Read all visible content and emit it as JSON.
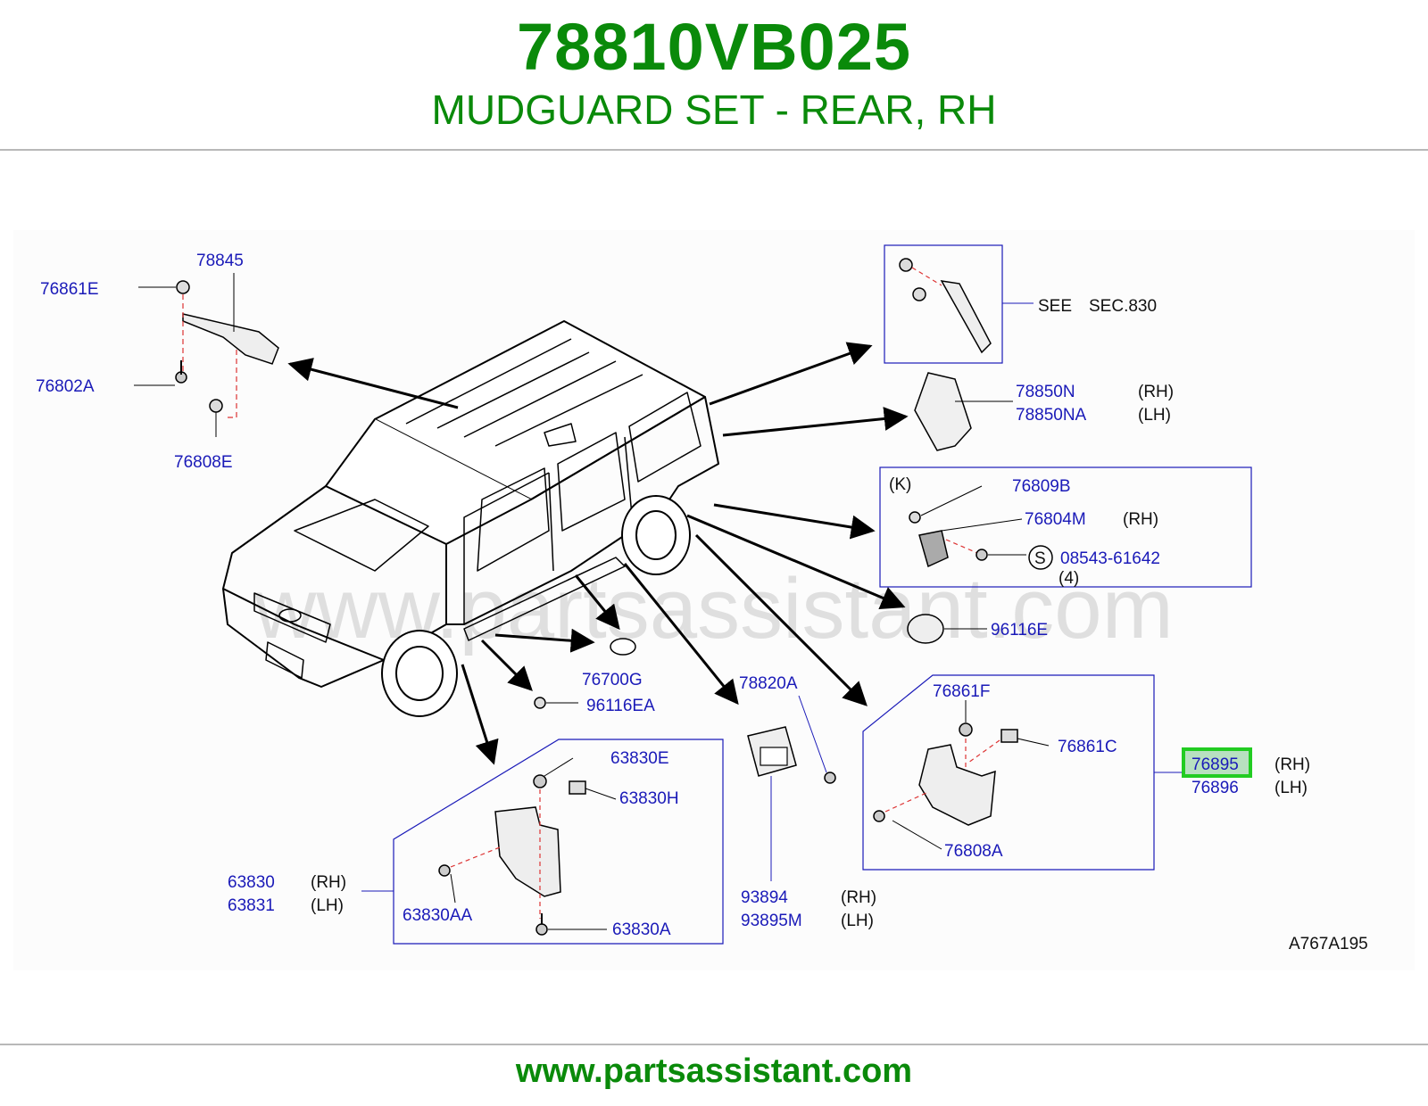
{
  "header": {
    "part_number": "78810VB025",
    "part_name": "MUDGUARD SET - REAR, RH"
  },
  "watermark": "www.partsassistant.com",
  "footer": {
    "url": "www.partsassistant.com"
  },
  "colors": {
    "brand_green": "#0a8a0a",
    "callout_blue": "#1a1ab8",
    "highlight": "#22cc22"
  },
  "diagram": {
    "drawing_code": "A767A195",
    "see_label": "SEE",
    "see_section": "SEC.830",
    "circled_s": "S",
    "bracket_k": "(K)",
    "qty_4": "(4)",
    "rh": "(RH)",
    "lh": "(LH)",
    "labels": {
      "p78845": "78845",
      "p76861E": "76861E",
      "p76802A": "76802A",
      "p76808E": "76808E",
      "p78850N": "78850N",
      "p78850NA": "78850NA",
      "p76809B": "76809B",
      "p76804M": "76804M",
      "p08543": "08543-61642",
      "p96116E": "96116E",
      "p76700G": "76700G",
      "p96116EA": "96116EA",
      "p78820A": "78820A",
      "p76861F": "76861F",
      "p76861C": "76861C",
      "p76895": "76895",
      "p76896": "76896",
      "p76808A": "76808A",
      "p63830E": "63830E",
      "p63830H": "63830H",
      "p63830": "63830",
      "p63831": "63831",
      "p63830AA": "63830AA",
      "p63830A": "63830A",
      "p93894": "93894",
      "p93895M": "93895M"
    }
  }
}
